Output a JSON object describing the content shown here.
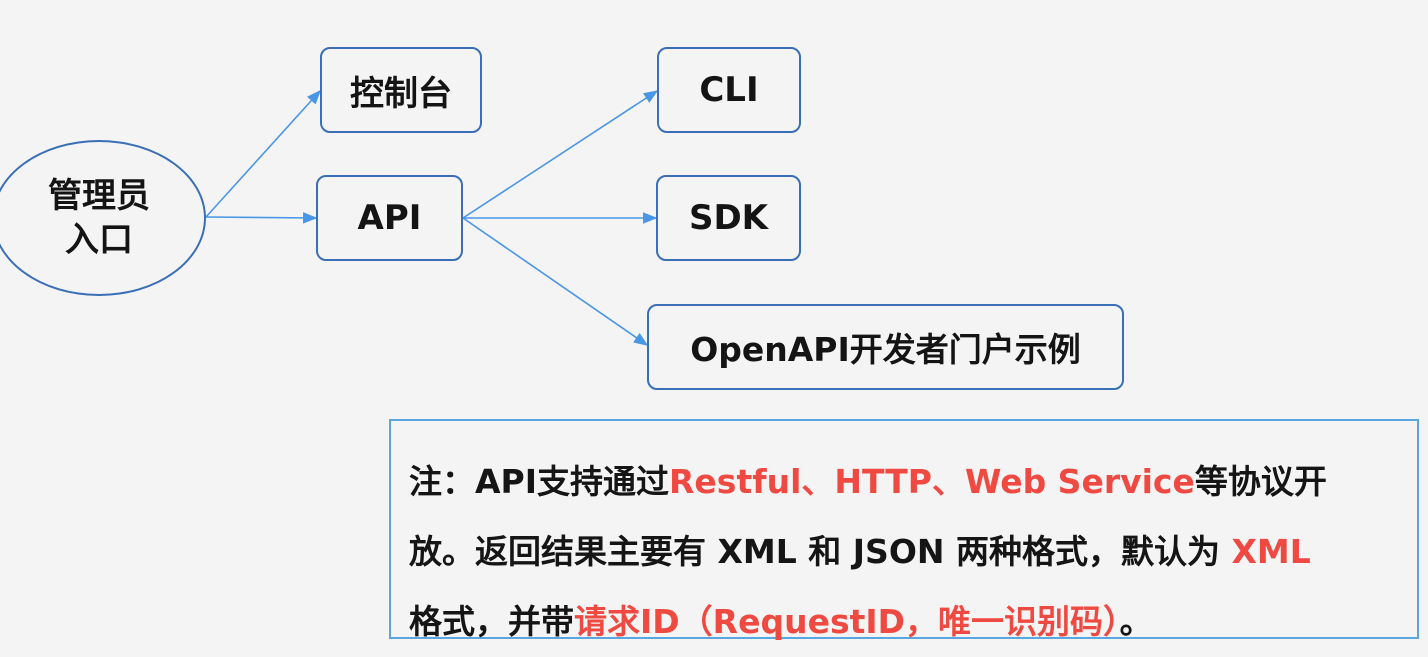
{
  "root": {
    "line1": "管理员",
    "line2": "入口"
  },
  "nodes": {
    "console": "控制台",
    "api": "API",
    "cli": "CLI",
    "sdk": "SDK",
    "portal": "OpenAPI开发者门户示例"
  },
  "note": {
    "line1": {
      "prefix": "注：API支持通过",
      "highlight": "Restful、HTTP、Web Service",
      "suffix": "等协议开"
    },
    "line2": {
      "prefix": "放。返回结果主要有 XML 和 JSON 两种格式，默认为 ",
      "highlight": "XML"
    },
    "line3": {
      "prefix": "格式，并带",
      "highlight": "请求ID（RequestID，唯一识别码）",
      "suffix": "。"
    }
  },
  "colors": {
    "node_border": "#3a6fb6",
    "arrow": "#4a96e6",
    "highlight_text": "#ef4a42",
    "note_border": "#5aa7e0"
  }
}
